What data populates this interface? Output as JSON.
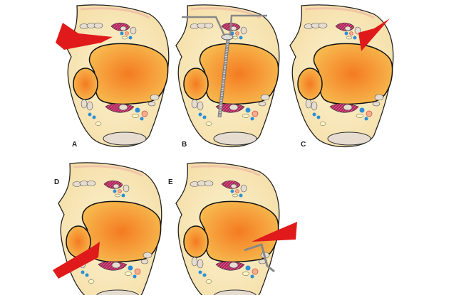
{
  "figure": {
    "panels": [
      {
        "label": "A",
        "overlay": "arrow-from-top-left"
      },
      {
        "label": "B",
        "overlay": "screw-with-guide-wires"
      },
      {
        "label": "C",
        "overlay": "arrow-from-top-right"
      },
      {
        "label": "D",
        "overlay": "arrow-from-bottom-left"
      },
      {
        "label": "E",
        "overlay": "arrow-from-right-with-retractor"
      }
    ]
  },
  "colors": {
    "skin": "#f6e4b0",
    "skin_edge": "#f0c4a8",
    "bone": "#f5a53c",
    "bone_center": "#f47b20",
    "muscle": "#b0245c",
    "vessel": "#2a8fd6",
    "arrow": "#e01a1a",
    "tendon": "#e6ddd0"
  }
}
